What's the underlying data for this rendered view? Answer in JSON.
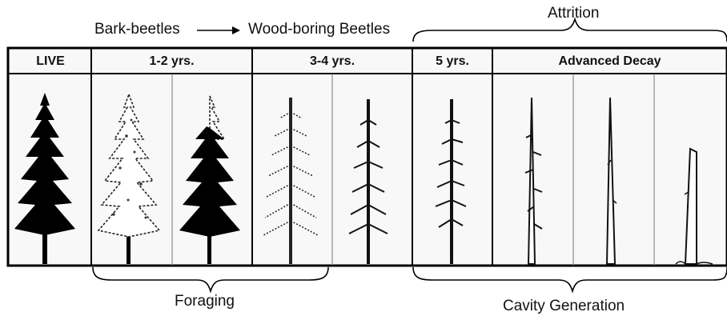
{
  "top": {
    "bark_beetles": "Bark-beetles",
    "wood_boring": "Wood-boring Beetles",
    "attrition": "Attrition"
  },
  "stages": [
    {
      "label": "LIVE"
    },
    {
      "label": "1-2 yrs."
    },
    {
      "label": "3-4 yrs."
    },
    {
      "label": "5 yrs."
    },
    {
      "label": "Advanced Decay"
    }
  ],
  "bottom": {
    "foraging": "Foraging",
    "cavity_generation": "Cavity Generation"
  },
  "colors": {
    "ink": "#111111",
    "panel_bg": "#f7f7f7",
    "line": "#000000"
  }
}
